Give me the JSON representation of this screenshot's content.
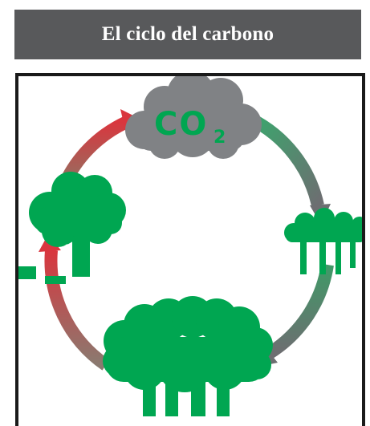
{
  "title": "El ciclo del carbono",
  "diagram": {
    "cloud_label_main": "CO",
    "cloud_label_sub": "2",
    "colors": {
      "title_bar": "#58595b",
      "title_text": "#ffffff",
      "frame": "#1a1a1a",
      "tree_green": "#00a651",
      "cloud_gray": "#808285",
      "arrow_red": "#d9363e",
      "arrow_green": "#3aa76d",
      "arrow_gray": "#6d6e71"
    }
  }
}
